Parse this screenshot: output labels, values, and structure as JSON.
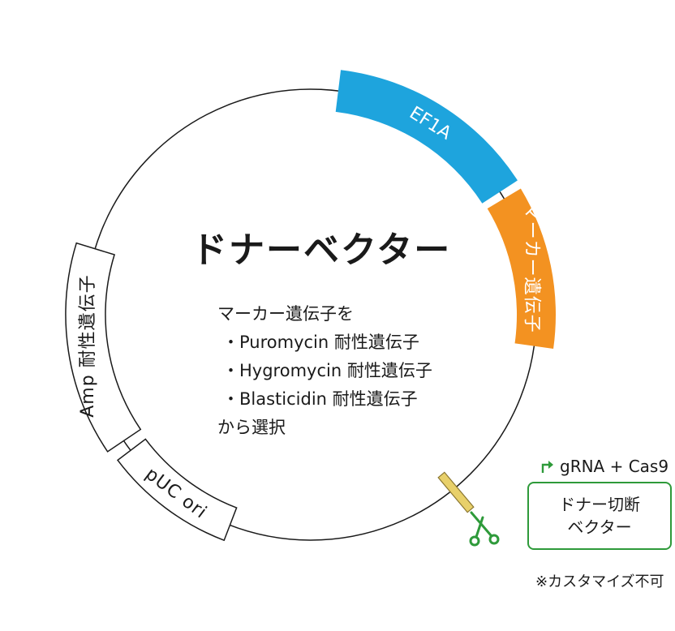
{
  "title": "ドナーベクター",
  "segments": {
    "ef1a": {
      "label": "EF1A",
      "color": "#1ea4dd",
      "text_color": "#ffffff"
    },
    "marker": {
      "label": "マーカー遺伝子",
      "color": "#f39221",
      "text_color": "#ffffff"
    },
    "amp": {
      "label": "Amp 耐性遺伝子",
      "color": "#ffffff",
      "text_color": "#1a1a1a"
    },
    "puc": {
      "label": "pUC ori",
      "color": "#ffffff",
      "text_color": "#1a1a1a"
    }
  },
  "description": {
    "intro": "マーカー遺伝子を",
    "items": [
      "・Puromycin 耐性遺伝子",
      "・Hygromycin 耐性遺伝子",
      "・Blasticidin 耐性遺伝子"
    ],
    "outro": "から選択"
  },
  "cut_target": {
    "color": "#e8d06a"
  },
  "grna_label": "gRNA + Cas9",
  "cut_vector": {
    "line1": "ドナー切断",
    "line2": "ベクター",
    "border_color": "#2e9a3a"
  },
  "note": "※カスタマイズ不可",
  "icons": {
    "promoter": "promoter-arrow-icon",
    "scissors": "scissors-icon"
  }
}
